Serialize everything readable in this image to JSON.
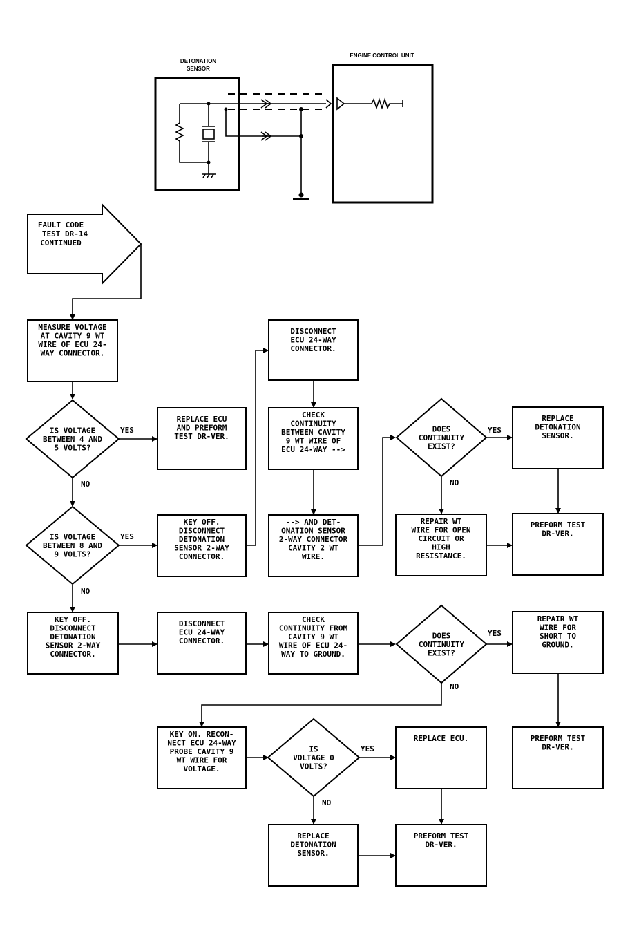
{
  "schematic": {
    "sensor_label": [
      "DETONATION",
      "SENSOR"
    ],
    "ecu_label": "ENGINE CONTROL UNIT"
  },
  "start": {
    "lines": [
      "FAULT CODE",
      "TEST DR-14",
      "CONTINUED"
    ]
  },
  "nodes": {
    "measure": [
      "MEASURE VOLTAGE",
      "AT CAVITY 9 WT",
      "WIRE OF ECU 24-",
      "WAY CONNECTOR."
    ],
    "d_4to5": [
      "IS VOLTAGE",
      "BETWEEN 4 AND",
      "5 VOLTS?"
    ],
    "replace_ecu_1": [
      "REPLACE ECU",
      "AND PREFORM",
      "TEST DR-VER."
    ],
    "d_8to9": [
      "IS VOLTAGE",
      "BETWEEN 8 AND",
      "9 VOLTS?"
    ],
    "keyoff_1": [
      "KEY OFF.",
      "DISCONNECT",
      "DETONATION",
      "SENSOR 2-WAY",
      "CONNECTOR."
    ],
    "disc_ecu_1": [
      "DISCONNECT",
      "ECU 24-WAY",
      "CONNECTOR."
    ],
    "check_cont_1": [
      "CHECK",
      "CONTINUITY",
      "BETWEEN CAVITY",
      "9 WT WIRE OF",
      "ECU 24-WAY -->"
    ],
    "cont_1b": [
      "--> AND DET-",
      "ONATION SENSOR",
      "2-WAY CONNECTOR",
      "CAVITY 2 WT",
      "WIRE."
    ],
    "d_cont_1": [
      "DOES",
      "CONTINUITY",
      "EXIST?"
    ],
    "replace_det_1": [
      "REPLACE",
      "DETONATION",
      "SENSOR."
    ],
    "repair_open": [
      "REPAIR WT",
      "WIRE FOR OPEN",
      "CIRCUIT OR",
      "HIGH",
      "RESISTANCE."
    ],
    "preform_1": [
      "PREFORM TEST",
      "DR-VER."
    ],
    "keyoff_2": [
      "KEY OFF.",
      "DISCONNECT",
      "DETONATION",
      "SENSOR 2-WAY",
      "CONNECTOR."
    ],
    "disc_ecu_2": [
      "DISCONNECT",
      "ECU 24-WAY",
      "CONNECTOR."
    ],
    "check_cont_2": [
      "CHECK",
      "CONTINUITY FROM",
      "CAVITY 9 WT",
      "WIRE OF ECU 24-",
      "WAY TO GROUND."
    ],
    "d_cont_2": [
      "DOES",
      "CONTINUITY",
      "EXIST?"
    ],
    "repair_short": [
      "REPAIR WT",
      "WIRE FOR",
      "SHORT TO",
      "GROUND."
    ],
    "preform_2": [
      "PREFORM TEST",
      "DR-VER."
    ],
    "keyon": [
      "KEY ON. RECON-",
      "NECT ECU 24-WAY",
      "PROBE CAVITY 9",
      "WT WIRE FOR",
      "VOLTAGE."
    ],
    "d_zero": [
      "IS",
      "VOLTAGE 0",
      "VOLTS?"
    ],
    "replace_ecu_2": [
      "REPLACE ECU."
    ],
    "replace_det_2": [
      "REPLACE",
      "DETONATION",
      "SENSOR."
    ],
    "preform_3": [
      "PREFORM TEST",
      "DR-VER."
    ]
  },
  "answers": {
    "yes": "YES",
    "no": "NO"
  }
}
